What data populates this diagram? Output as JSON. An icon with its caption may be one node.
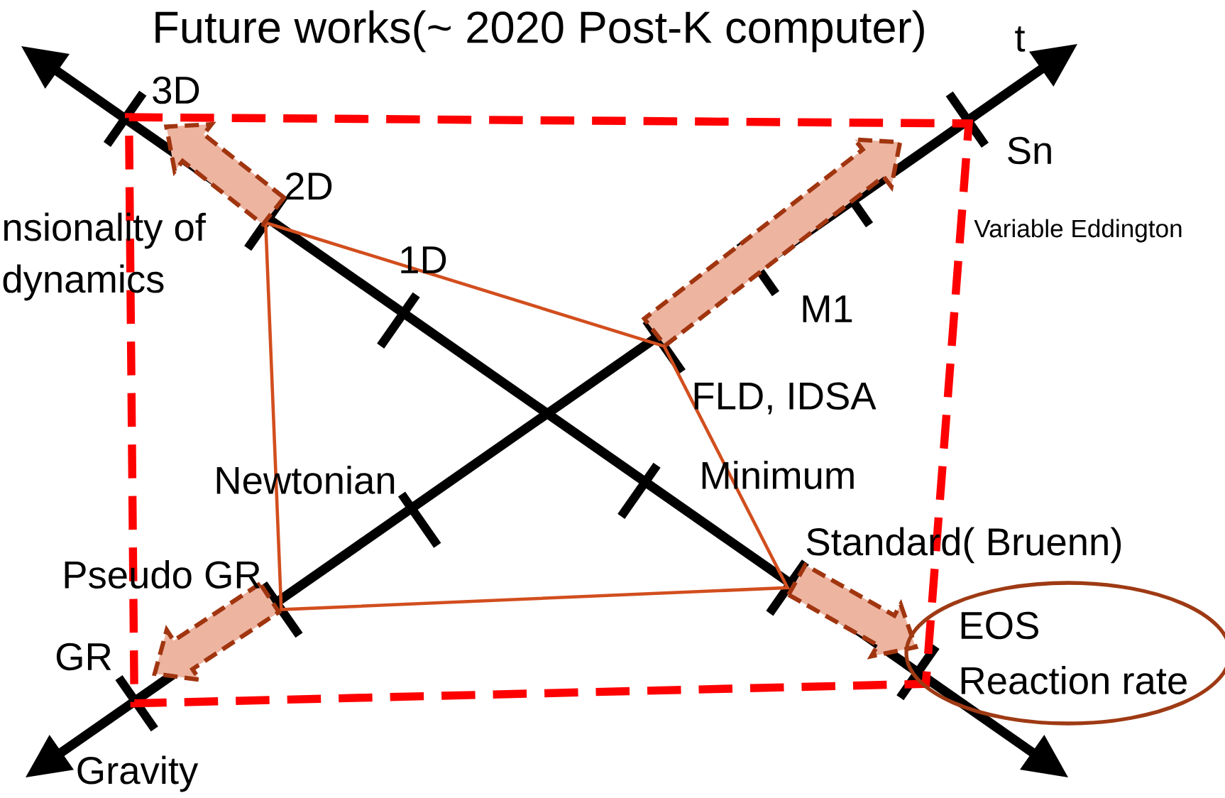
{
  "diagram": {
    "title": "Future works(~ 2020 Post-K computer)",
    "nodes": [
      {
        "text": [
          "EOS",
          "Reaction rate"
        ]
      }
    ],
    "labels": [
      "t",
      "3D",
      "Sn",
      "2D",
      "nsionality of",
      "Variable Eddington",
      "dynamics",
      "1D",
      "M1",
      "FLD, IDSA",
      "Minimum",
      "Newtonian",
      "Standard( Bruenn)",
      "Pseudo GR",
      "GR",
      "Gravity"
    ]
  }
}
